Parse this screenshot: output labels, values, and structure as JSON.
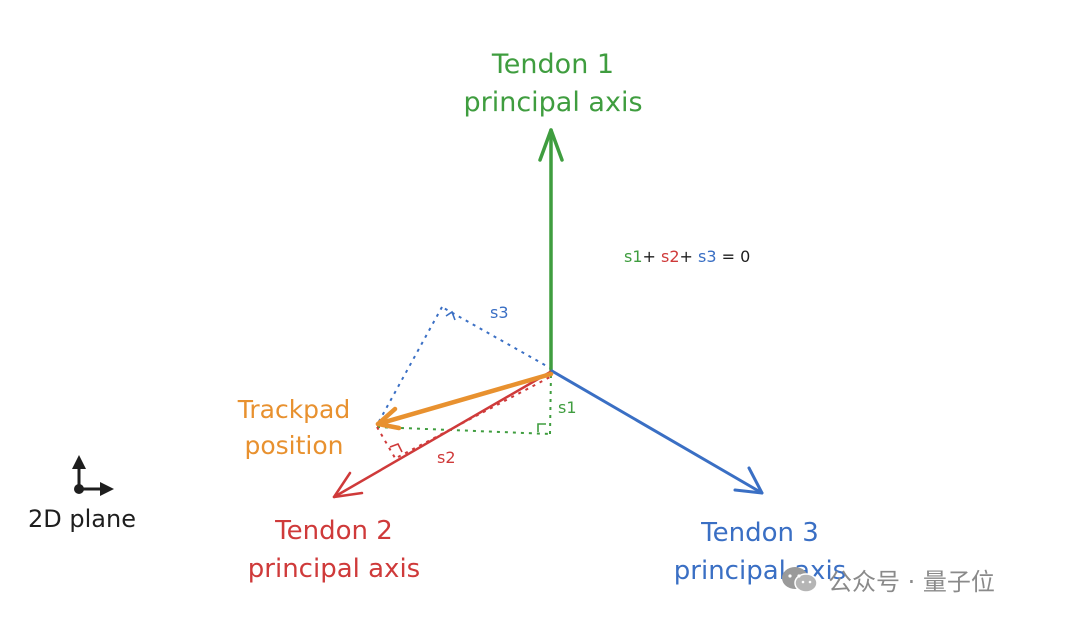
{
  "colors": {
    "tendon1": "#3f9d3f",
    "tendon2": "#cf3a3a",
    "tendon3": "#3a6fc4",
    "trackpad": "#e8912f",
    "text": "#1e1e1e",
    "watermark": "#8a8a8a"
  },
  "labels": {
    "tendon1": {
      "line1": "Tendon 1",
      "line2": "principal axis"
    },
    "tendon2": {
      "line1": "Tendon 2",
      "line2": "principal axis"
    },
    "tendon3": {
      "line1": "Tendon 3",
      "line2": "principal axis"
    },
    "trackpad": {
      "line1": "Trackpad",
      "line2": "position"
    },
    "s1": "s1",
    "s2": "s2",
    "s3": "s3",
    "plane": "2D plane"
  },
  "equation": {
    "s1": "s1",
    "plus1": "+",
    "s2": "s2",
    "plus2": "+",
    "s3": "s3",
    "rest": " = 0"
  },
  "watermark": {
    "text": "公众号 · 量子位",
    "icon": "wechat-icon"
  }
}
